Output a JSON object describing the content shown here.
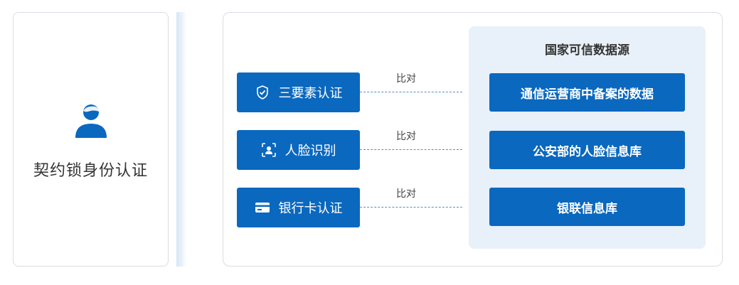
{
  "left_panel": {
    "title": "契约锁身份认证",
    "icon": "user-icon"
  },
  "methods": [
    {
      "label": "三要素认证",
      "icon": "shield-check-icon"
    },
    {
      "label": "人脸识别",
      "icon": "face-scan-icon"
    },
    {
      "label": "银行卡认证",
      "icon": "bank-card-icon"
    }
  ],
  "compare_labels": [
    "比对",
    "比对",
    "比对"
  ],
  "sources_panel": {
    "title": "国家可信数据源",
    "items": [
      {
        "label": "通信运营商中备案的数据"
      },
      {
        "label": "公安部的人脸信息库"
      },
      {
        "label": "银联信息库"
      }
    ]
  },
  "colors": {
    "accent": "#0a68bf",
    "panel_bg": "#e8f0f9",
    "border": "#d9dde3"
  }
}
